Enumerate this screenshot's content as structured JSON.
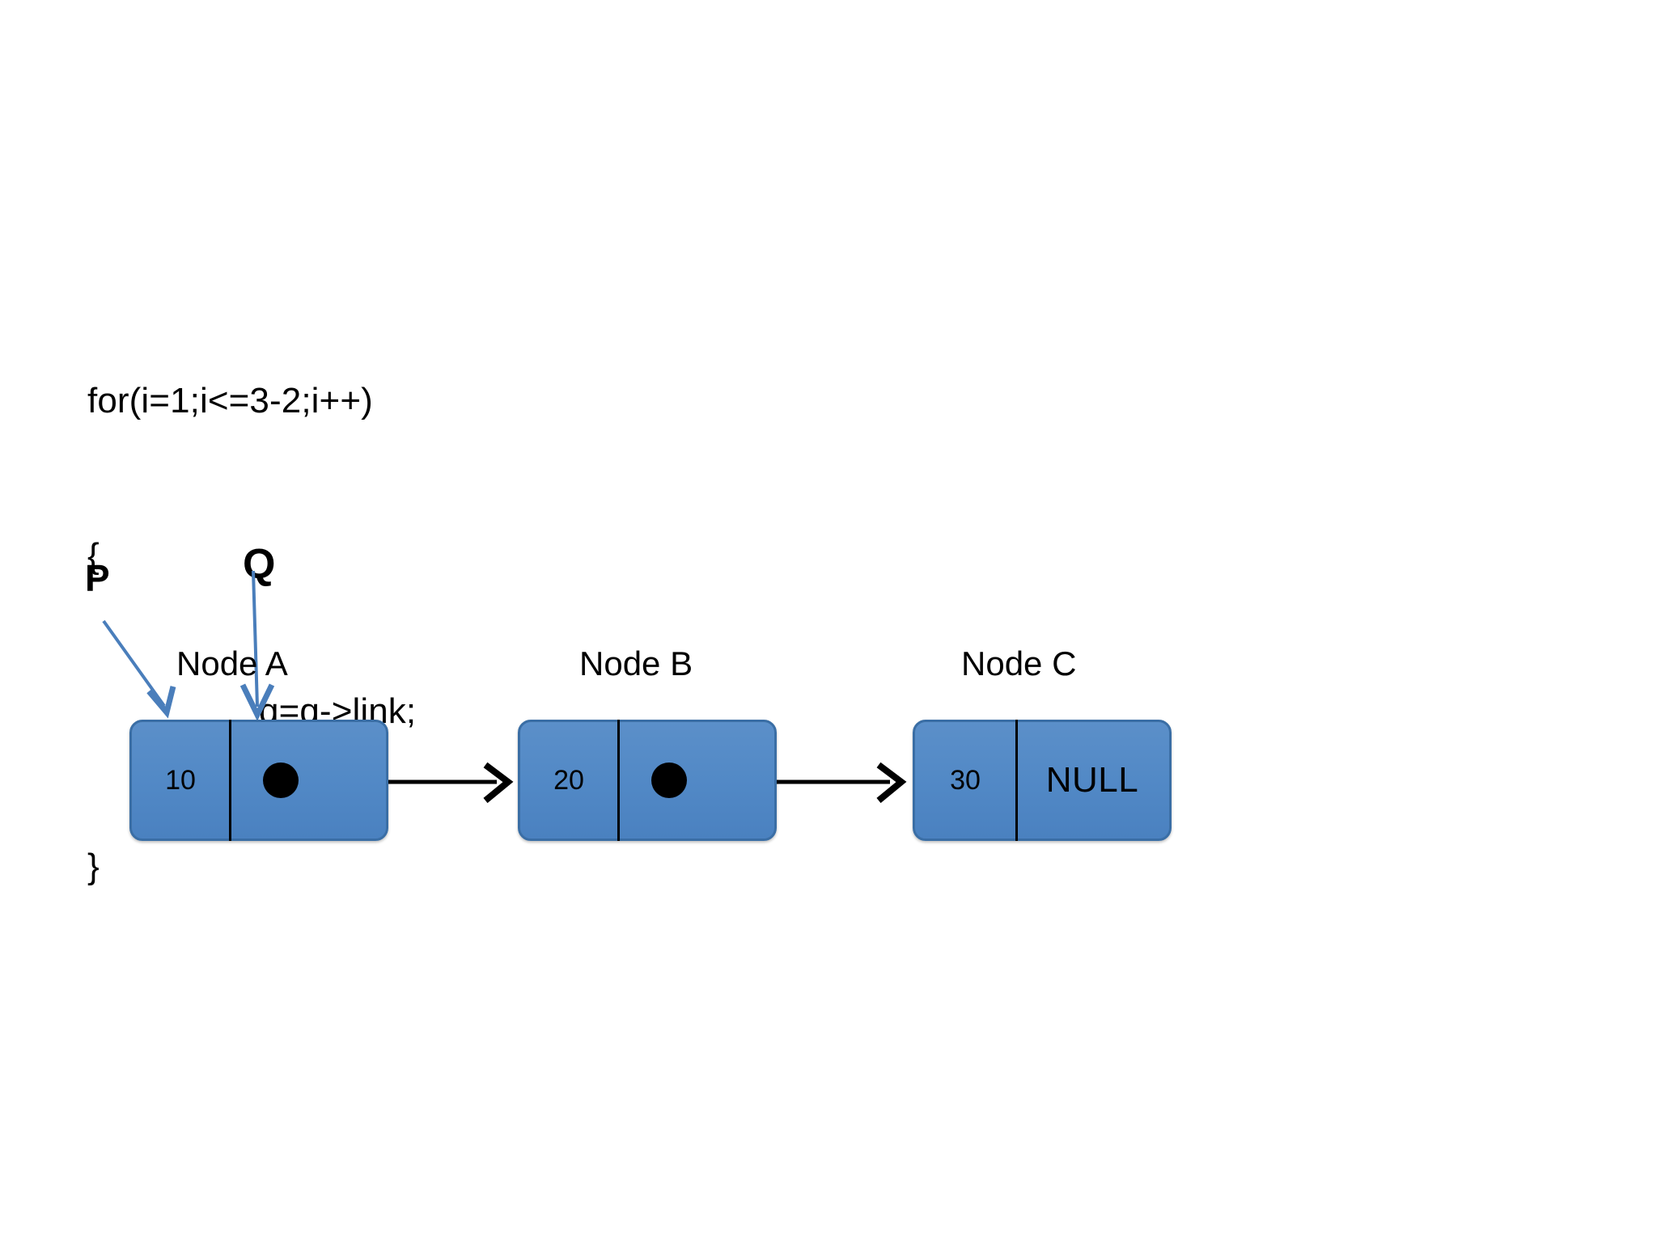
{
  "code": {
    "lines": [
      "for(i=1;i<=3-2;i++)",
      "{",
      "q=q->link;",
      "}"
    ]
  },
  "pointers": [
    {
      "label": "P",
      "target": "node-a-data"
    },
    {
      "label": "Q",
      "target": "node-a-link"
    }
  ],
  "diagram": {
    "type": "linked-list",
    "node_labels": [
      "Node A",
      "Node B",
      "Node C"
    ],
    "nodes": [
      {
        "label": "Node A",
        "data": "10",
        "link": "pointer-dot"
      },
      {
        "label": "Node B",
        "data": "20",
        "link": "pointer-dot"
      },
      {
        "label": "Node C",
        "data": "30",
        "link": "NULL"
      }
    ],
    "null_text": "NULL",
    "arrows": [
      {
        "from": "node-a-link",
        "to": "node-b"
      },
      {
        "from": "node-b-link",
        "to": "node-c"
      }
    ]
  },
  "colors": {
    "node_fill": "#5289c6",
    "node_fill_light": "#5b8fc9",
    "node_border": "#3a6ea5",
    "pointer_arrow": "#4a7ebb",
    "link_arrow": "#000000",
    "text": "#000000",
    "background": "#ffffff"
  }
}
